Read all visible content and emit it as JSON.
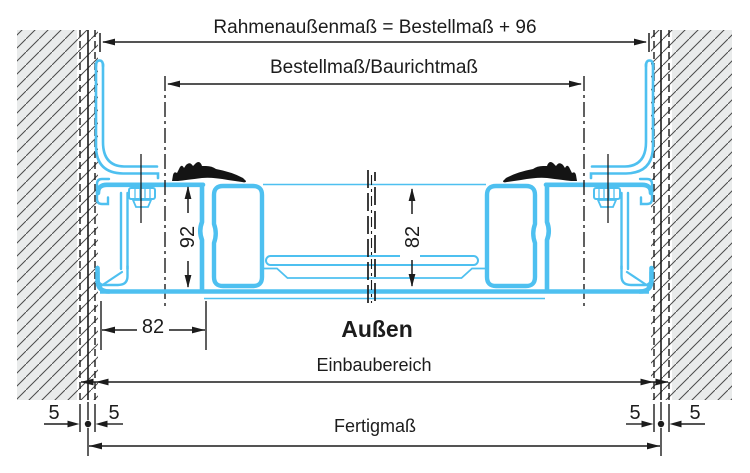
{
  "diagram": {
    "type": "technical-cross-section",
    "labels": {
      "frame_outer_dim": "Rahmenaußenmaß = Bestellmaß + 96",
      "order_dim": "Bestellmaß/Baurichtmaß",
      "frame_depth": "92",
      "sash_depth": "82",
      "frame_width": "82",
      "outside": "Außen",
      "install_area": "Einbaubereich",
      "finished_dim": "Fertigmaß",
      "gap_left_outer": "5",
      "gap_left_inner": "5",
      "gap_right_inner": "5",
      "gap_right_outer": "5"
    },
    "colors": {
      "profile_cyan": "#4ec0f0",
      "wall_fill": "#e9ebeb",
      "hatch_line": "#4a4a4a",
      "dimension_line": "#1c1c1c",
      "gasket_black": "#141414",
      "background": "#ffffff"
    }
  }
}
